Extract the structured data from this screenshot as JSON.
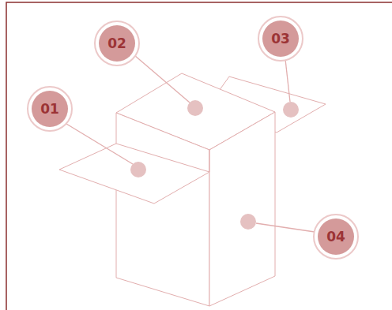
{
  "diagram": {
    "labels": [
      "01",
      "02",
      "03",
      "04"
    ]
  }
}
